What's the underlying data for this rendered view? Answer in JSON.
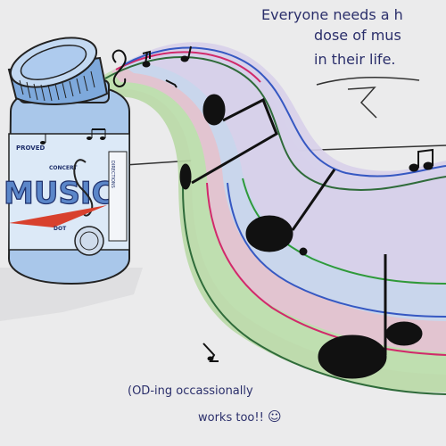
{
  "caption": {
    "line1": "Everyone needs a h",
    "line2": "dose of mus",
    "line3": "in their life."
  },
  "footnote": {
    "line1": "(OD-ing occassionally",
    "line2": "works too!!",
    "smiley": "☺"
  },
  "bottle_label": {
    "brand": "MUSIC",
    "top_text": "PROVED",
    "small_text": "CONCERT",
    "side_text": "DIRECTIONS",
    "bottom_text": "DOT"
  }
}
